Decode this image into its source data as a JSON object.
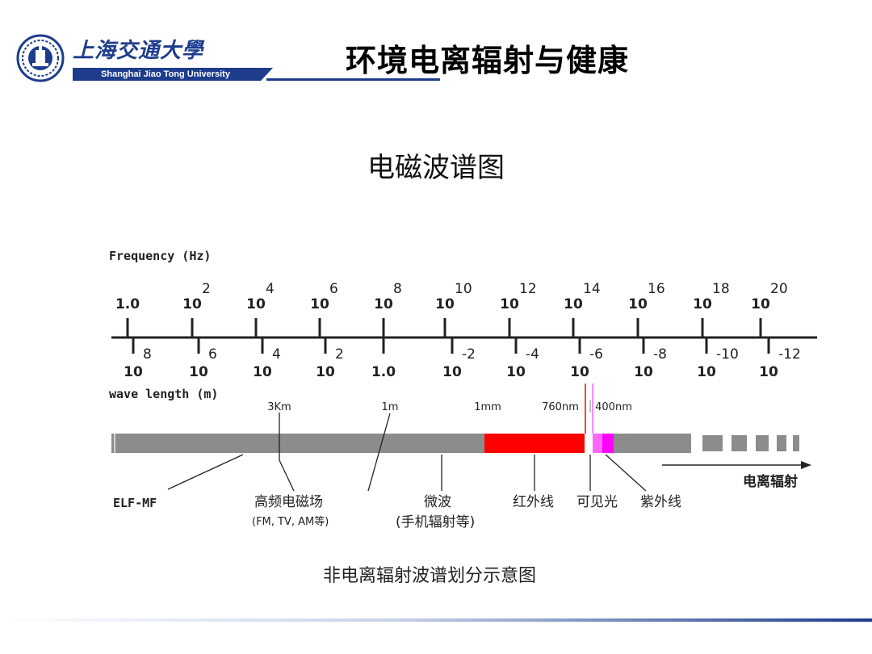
{
  "header": {
    "logo_cn": "上海交通大學",
    "logo_en": "Shanghai Jiao Tong University",
    "title": "环境电离辐射与健康"
  },
  "subtitle": "电磁波谱图",
  "diagram": {
    "frequency_label": "Frequency (Hz)",
    "frequency_ticks": [
      {
        "base": "1.0",
        "exp": ""
      },
      {
        "base": "10",
        "exp": "2"
      },
      {
        "base": "10",
        "exp": "4"
      },
      {
        "base": "10",
        "exp": "6"
      },
      {
        "base": "10",
        "exp": "8"
      },
      {
        "base": "10",
        "exp": "10"
      },
      {
        "base": "10",
        "exp": "12"
      },
      {
        "base": "10",
        "exp": "14"
      },
      {
        "base": "10",
        "exp": "16"
      },
      {
        "base": "10",
        "exp": "18"
      },
      {
        "base": "10",
        "exp": "20"
      }
    ],
    "wavelength_ticks": [
      {
        "base": "10",
        "exp": "8"
      },
      {
        "base": "10",
        "exp": "6"
      },
      {
        "base": "10",
        "exp": "4"
      },
      {
        "base": "10",
        "exp": "2"
      },
      {
        "base": "1.0",
        "exp": ""
      },
      {
        "base": "10",
        "exp": "-2"
      },
      {
        "base": "10",
        "exp": "-4"
      },
      {
        "base": "10",
        "exp": "-6"
      },
      {
        "base": "10",
        "exp": "-8"
      },
      {
        "base": "10",
        "exp": "-10"
      },
      {
        "base": "10",
        "exp": "-12"
      }
    ],
    "wavelength_label": "wave length (m)",
    "markers": [
      "3Km",
      "1m",
      "1mm",
      "760nm",
      "400nm"
    ],
    "band_labels": {
      "elf": "ELF-MF",
      "hf": "高频电磁场",
      "hf_note": "(FM, TV, AM等)",
      "microwave": "微波",
      "microwave_note": "(手机辐射等)",
      "infrared": "红外线",
      "visible": "可见光",
      "ultraviolet": "紫外线",
      "ionizing": "电离辐射"
    },
    "caption": "非电离辐射波谱划分示意图",
    "colors": {
      "spectrum": "#8c8c8c",
      "infrared": "#ff0000",
      "visible": "#ff66ff",
      "ultraviolet": "#ff00ff"
    }
  }
}
